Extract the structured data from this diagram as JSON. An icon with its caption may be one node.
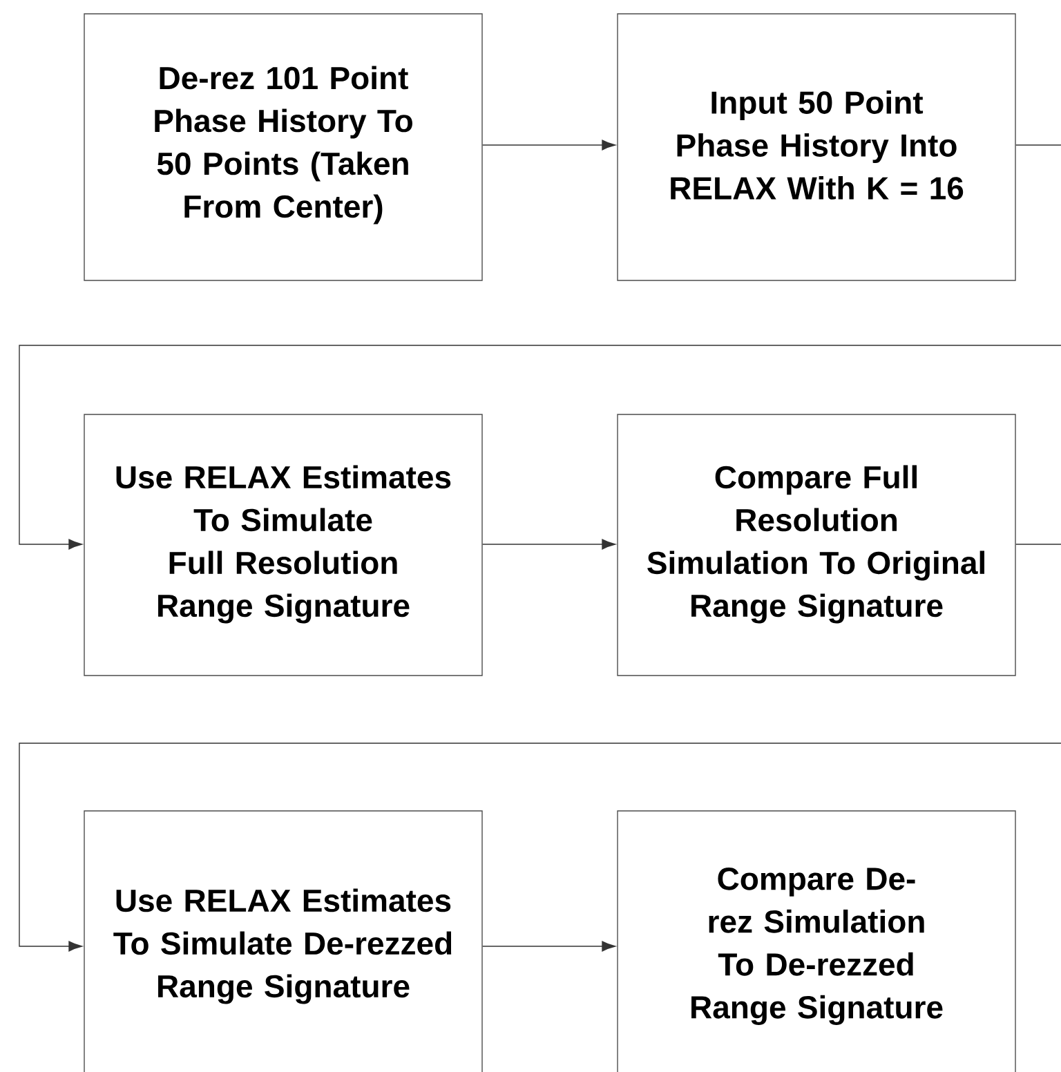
{
  "diagram": {
    "nodes": [
      {
        "text": [
          "De-rez 101 Point Phase History To 50 Points (Taken From Center)"
        ]
      },
      {
        "text": [
          "Input 50 Point Phase History Into RELAX With K = 16"
        ]
      },
      {
        "text": [
          "Use RELAX Estimates To Simulate Full Resolution Range Signature"
        ]
      },
      {
        "text": [
          "Compare Full Resolution Simulation To Original Range Signature"
        ]
      },
      {
        "text": [
          "Use RELAX Estimates To Simulate De-rezzed Range Signature"
        ]
      },
      {
        "text": [
          "Compare De-rez Simulation To De-rezzed Range Signature"
        ]
      }
    ],
    "edges": [
      {
        "from": 0,
        "to": 1,
        "arrow": "to"
      },
      {
        "from": 1,
        "to": 2,
        "arrow": "to"
      },
      {
        "from": 2,
        "to": 3,
        "arrow": "to"
      },
      {
        "from": 3,
        "to": 4,
        "arrow": "to"
      },
      {
        "from": 4,
        "to": 5,
        "arrow": "to"
      }
    ]
  }
}
